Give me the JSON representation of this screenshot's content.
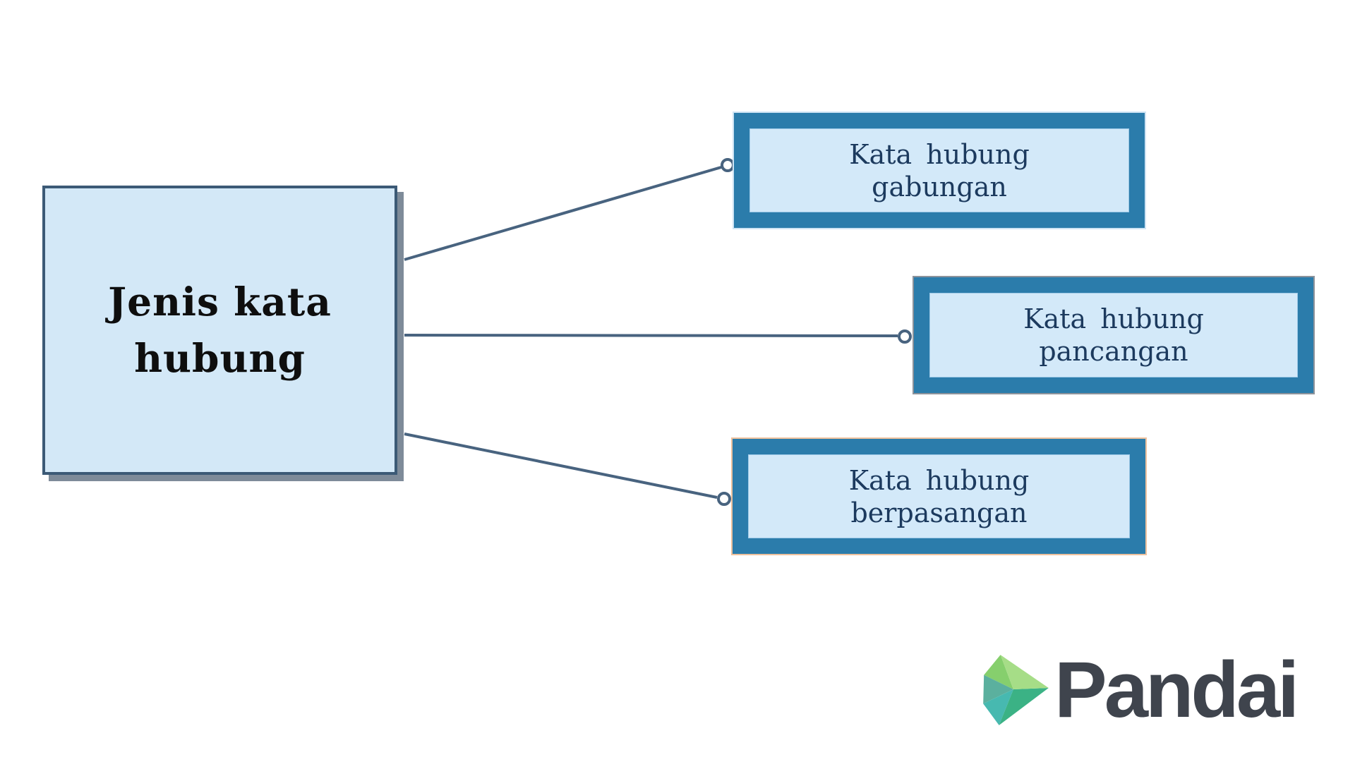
{
  "diagram": {
    "root": {
      "label": "Jenis kata hubung",
      "line1": "Jenis kata",
      "line2": "hubung"
    },
    "nodes": [
      {
        "label": "Kata hubung gabungan",
        "line1": "Kata hubung",
        "line2": "gabungan"
      },
      {
        "label": "Kata hubung pancangan",
        "line1": "Kata hubung",
        "line2": "pancangan"
      },
      {
        "label": "Kata hubung berpasangan",
        "line1": "Kata hubung",
        "line2": "berpasangan"
      }
    ]
  },
  "branding": {
    "logo_text": "Pandai"
  },
  "colors": {
    "canvas_bg": "#ffffff",
    "root_fill": "#d3e8f7",
    "root_border": "#3c5a76",
    "root_shadow": "#7e8b99",
    "root_text": "#0e0e0e",
    "node_border_teal": "#2b7cab",
    "node_fill": "#d3e9f9",
    "node_text": "#1c3a5e",
    "connector": "#48637f",
    "node1_outline": "#cfe4f4",
    "node2_outline": "#8d939b",
    "node3_outline": "#eec19d",
    "logo_text_color": "#3f444d",
    "logo_greens": [
      "#86cf6d",
      "#49a793",
      "#47b9b0",
      "#3bb285",
      "#a6dd87"
    ]
  }
}
